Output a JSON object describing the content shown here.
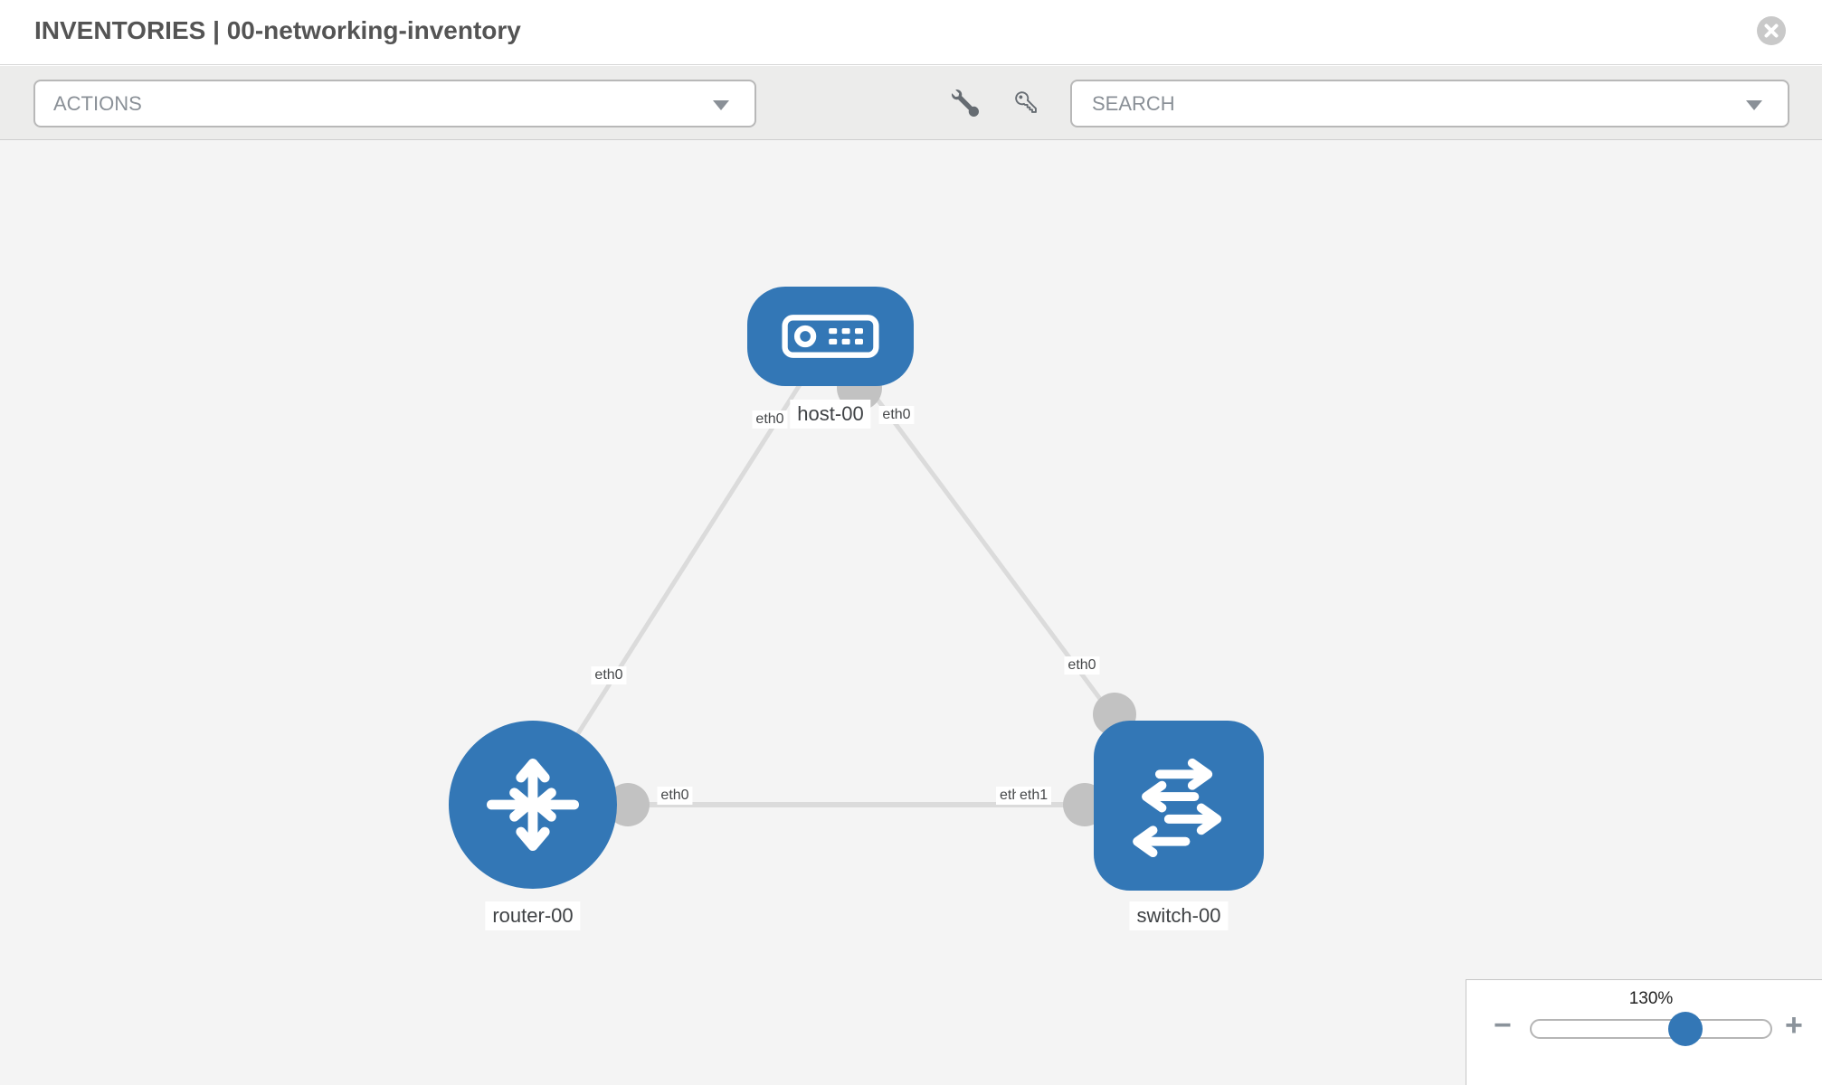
{
  "header": {
    "title": "INVENTORIES | 00-networking-inventory",
    "close_icon": "circle-x"
  },
  "toolbar": {
    "actions_label": "ACTIONS",
    "search_placeholder": "SEARCH",
    "icons": [
      "wrench-icon",
      "key-icon"
    ]
  },
  "canvas": {
    "nodes": [
      {
        "id": "host-00",
        "label": "host-00",
        "type": "host",
        "icon": "server-icon"
      },
      {
        "id": "router-00",
        "label": "router-00",
        "type": "router",
        "icon": "router-arrows-icon"
      },
      {
        "id": "switch-00",
        "label": "switch-00",
        "type": "switch",
        "icon": "switch-arrows-icon"
      }
    ],
    "links": [
      {
        "from": "host-00",
        "to": "router-00",
        "from_port": "eth0",
        "to_port": "eth0"
      },
      {
        "from": "host-00",
        "to": "switch-00",
        "from_port": "eth0",
        "to_port": "eth0"
      },
      {
        "from": "router-00",
        "to": "switch-00",
        "from_port": "eth0",
        "to_port": "eth1"
      }
    ],
    "port_labels": [
      {
        "text": "eth0",
        "near": "host-00 left"
      },
      {
        "text": "eth0",
        "near": "host-00 right"
      },
      {
        "text": "eth0",
        "near": "link to router-00"
      },
      {
        "text": "eth0",
        "near": "link to switch-00 top"
      },
      {
        "text": "eth0",
        "near": "router-00 right"
      },
      {
        "text": "eth0",
        "near": "switch-00 left (partially covered)"
      },
      {
        "text": "eth1",
        "near": "switch-00 left (overlapping)"
      }
    ]
  },
  "zoom_control": {
    "level": "130%",
    "minus_label": "−",
    "plus_label": "+",
    "slider_position_pct": 64.5
  },
  "colors": {
    "node_blue": "#3377b6",
    "link_gray": "#dbdbdb",
    "connector_gray": "#c2c2c2",
    "canvas_bg": "#f4f4f4",
    "toolbar_bg": "#ececeb",
    "muted_text": "#8a9097",
    "title_text": "#545454"
  }
}
